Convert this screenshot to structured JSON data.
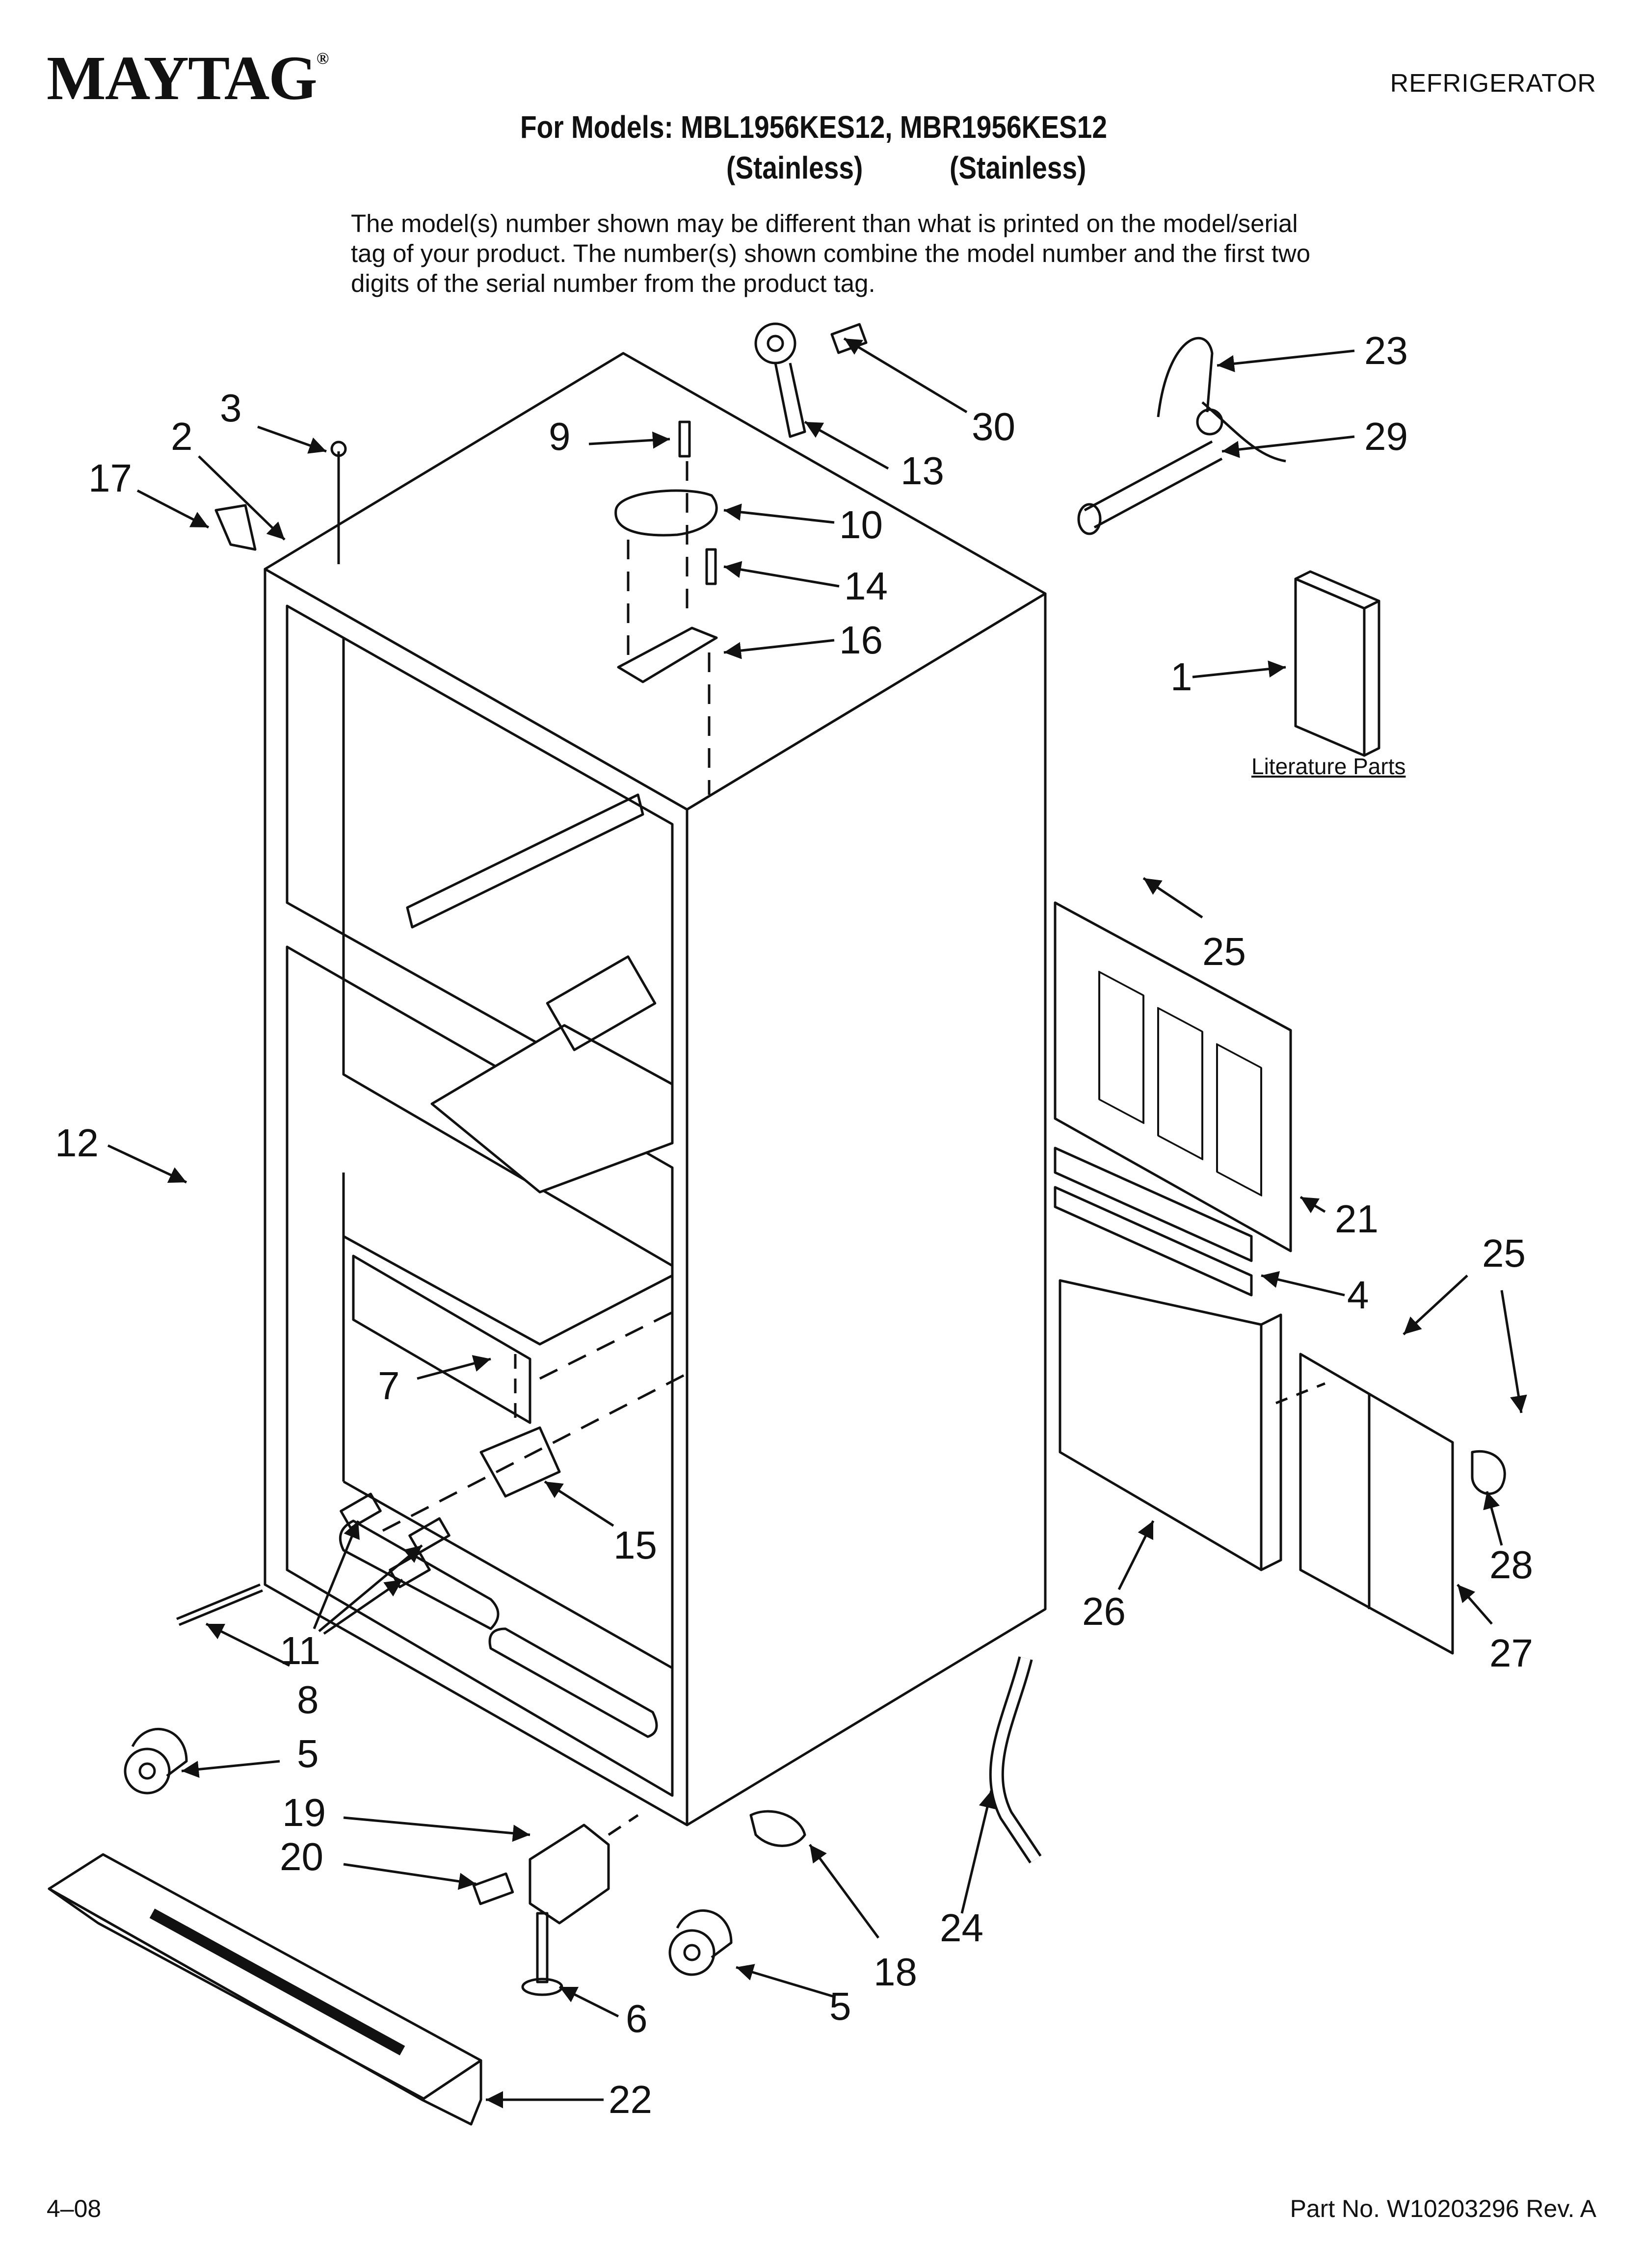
{
  "header": {
    "brand": "MAYTAG",
    "brand_mark": "®",
    "category": "REFRIGERATOR",
    "models_line": "For Models: MBL1956KES12, MBR1956KES12",
    "variant_left": "(Stainless)",
    "variant_right": "(Stainless)",
    "note": "The model(s) number shown may be different than what is printed on the model/serial tag of your product. The number(s) shown combine the model number and the first two digits of the serial number from the product tag."
  },
  "diagram": {
    "literature_label": "Literature Parts",
    "callouts": {
      "c1": "1",
      "c2": "2",
      "c3": "3",
      "c4": "4",
      "c5a": "5",
      "c5b": "5",
      "c6": "6",
      "c7": "7",
      "c8": "8",
      "c9": "9",
      "c10": "10",
      "c11": "11",
      "c12": "12",
      "c13": "13",
      "c14": "14",
      "c15": "15",
      "c16": "16",
      "c17": "17",
      "c18": "18",
      "c19": "19",
      "c20": "20",
      "c21": "21",
      "c22": "22",
      "c23": "23",
      "c24": "24",
      "c25a": "25",
      "c25b": "25",
      "c26": "26",
      "c27": "27",
      "c28": "28",
      "c29": "29",
      "c30": "30"
    }
  },
  "footer": {
    "date": "4–08",
    "part_no": "Part No. W10203296 Rev. A"
  }
}
